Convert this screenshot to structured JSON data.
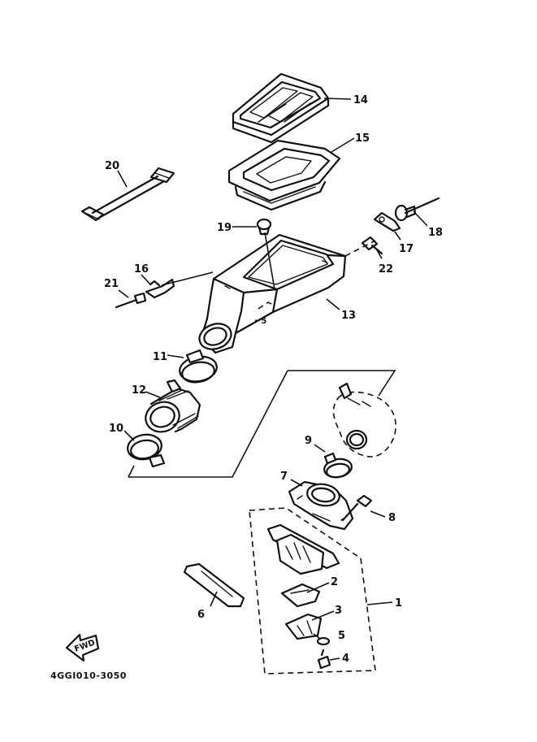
{
  "diagram_code": "4GGI010-3050",
  "fwd_label": "FWD",
  "callouts": {
    "p1": "1",
    "p2": "2",
    "p3": "3",
    "p4": "4",
    "p5": "5",
    "p6": "6",
    "p7": "7",
    "p8": "8",
    "p9": "9",
    "p10": "10",
    "p11": "11",
    "p12": "12",
    "p13": "13",
    "p14": "14",
    "p15": "15",
    "p16": "16",
    "p17": "17",
    "p18": "18",
    "p19": "19",
    "p20": "20",
    "p21": "21",
    "p22": "22"
  }
}
